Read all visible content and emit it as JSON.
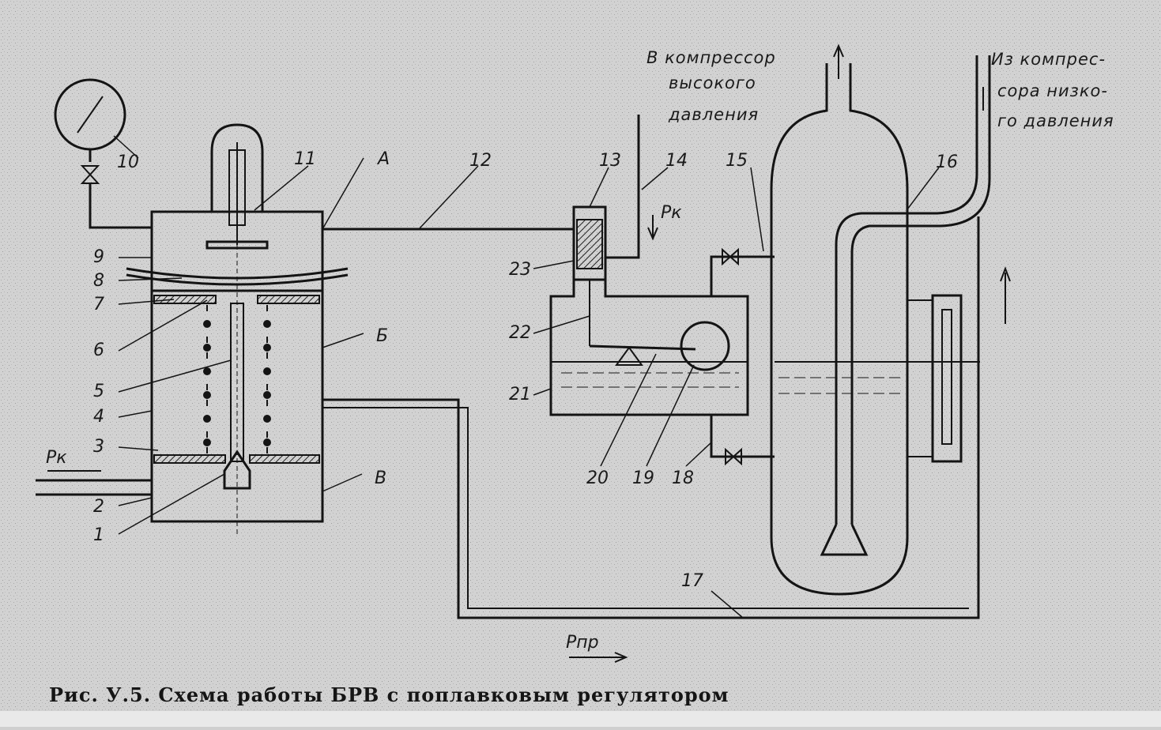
{
  "caption": "Рис. У.5. Схема работы БРВ с поплавковым регулятором",
  "annotations": {
    "to_high_compressor": [
      "В компрессор",
      "высокого",
      "давления"
    ],
    "from_low_compressor": [
      "Из компрес-",
      "сора низко-",
      "го давления"
    ],
    "pk_left": "Pк",
    "pk_right": "Pк",
    "ppr": "Pпр",
    "chamber_a": "А",
    "chamber_b": "Б",
    "chamber_v": "В"
  },
  "part_numbers": [
    "1",
    "2",
    "3",
    "4",
    "5",
    "6",
    "7",
    "8",
    "9",
    "10",
    "11",
    "12",
    "13",
    "14",
    "15",
    "16",
    "17",
    "18",
    "19",
    "20",
    "21",
    "22",
    "23"
  ]
}
